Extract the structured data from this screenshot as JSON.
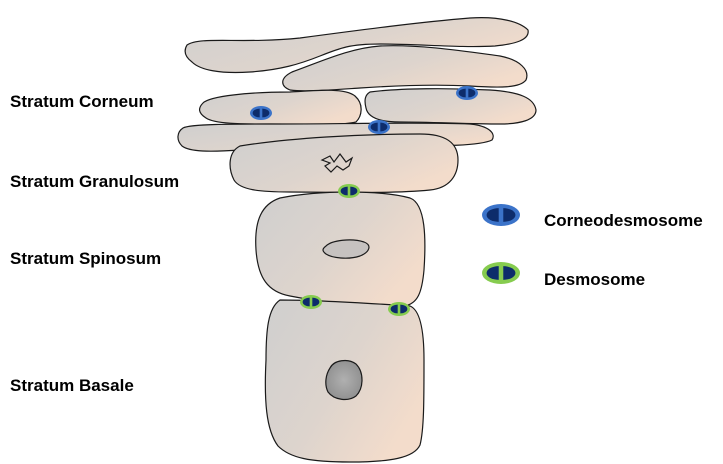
{
  "layers": {
    "corneum": "Stratum Corneum",
    "granulosum": "Stratum Granulosum",
    "spinosum": "Stratum Spinosum",
    "basale": "Stratum Basale"
  },
  "legend": {
    "corneodesmosome": "Corneodesmosome",
    "desmosome": "Desmosome"
  },
  "colors": {
    "corneodesmosome": "#3b73c9",
    "desmosome": "#86cc4f",
    "junction_core": "#0d2c6b",
    "cell_fill_light": "#f3dccb",
    "cell_fill_grey": "#c9c9c9",
    "nucleus_grey": "#9a9a9a"
  }
}
